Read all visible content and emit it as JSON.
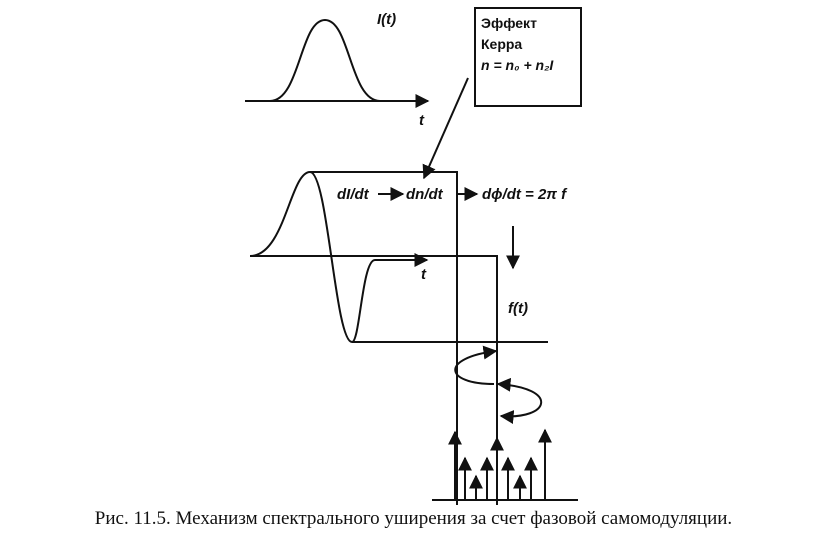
{
  "labels": {
    "intensity": "I(t)",
    "time_top": "t",
    "time_mid": "t",
    "chain_dI": "dI/dt",
    "chain_dn": "dn/dt",
    "chain_dphi": "dϕ/dt = 2π f",
    "frequency": "f(t)"
  },
  "kerr_box": {
    "line1": "Эффект",
    "line2": "Керра",
    "line3": "n = n₀ + n₂I"
  },
  "caption": "Рис. 11.5. Механизм спектрального уширения за счет фазовой самомодуляции."
}
